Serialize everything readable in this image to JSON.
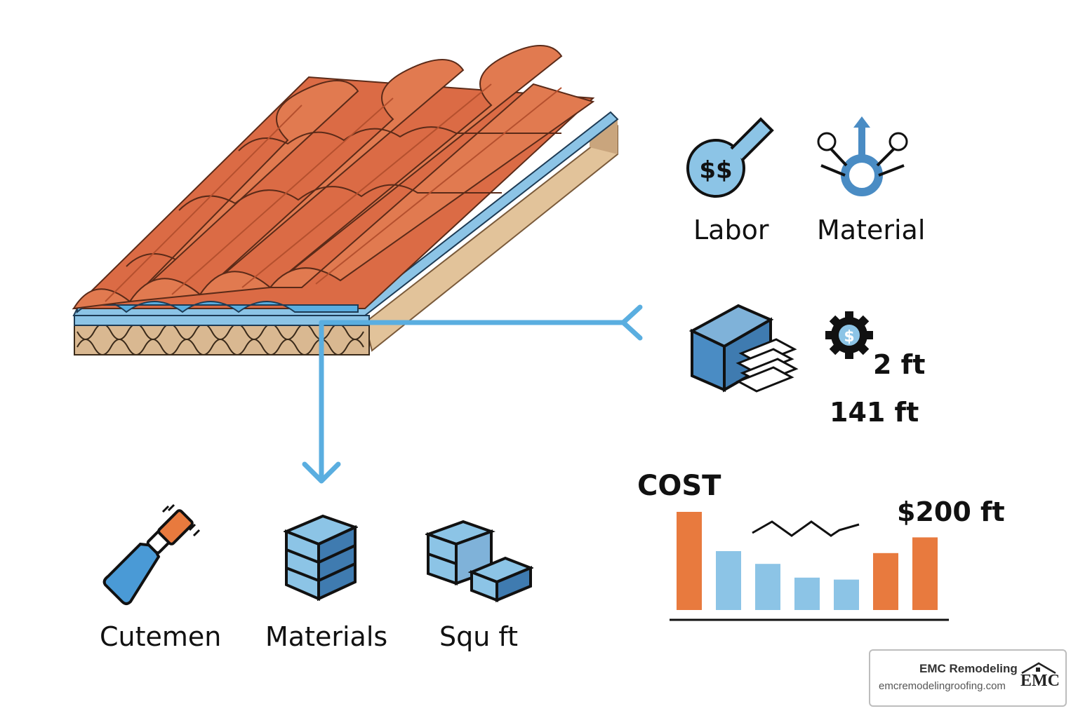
{
  "top_icons": {
    "labor_label": "Labor",
    "material_label": "Material",
    "labor_icon": "money-bag-icon",
    "material_icon": "branching-arrows-icon",
    "labor_icon_text": "$$"
  },
  "middle_group": {
    "size_small": "2 ft",
    "size_large": "141 ft",
    "box_icon": "box-and-papers-icon",
    "gear_icon": "gear-dollar-icon",
    "gear_text": "$"
  },
  "bottom_icons": {
    "items": [
      {
        "label": "Cutemen",
        "icon": "caulk-gun-icon"
      },
      {
        "label": "Materials",
        "icon": "stacked-blocks-icon"
      },
      {
        "label": "Squ ft",
        "icon": "tile-squares-icon"
      }
    ]
  },
  "chart_data": {
    "type": "bar",
    "title": "COST",
    "annotation": "$200 ft",
    "values": [
      100,
      60,
      47,
      33,
      31,
      58,
      74
    ],
    "colors": [
      "#e87a3e",
      "#8cc4e6",
      "#8cc4e6",
      "#8cc4e6",
      "#8cc4e6",
      "#e87a3e",
      "#e87a3e"
    ],
    "ylim": [
      0,
      100
    ],
    "grid": false,
    "trend_line": true
  },
  "colors": {
    "accent_orange": "#e87a3e",
    "accent_blue": "#5aaee0",
    "roof_tile": "#db6b45",
    "icon_blue": "#4a8cc4"
  },
  "badge": {
    "company": "EMC Remodeling",
    "url": "emcremodelingroofing.com",
    "logo": "EMC"
  }
}
